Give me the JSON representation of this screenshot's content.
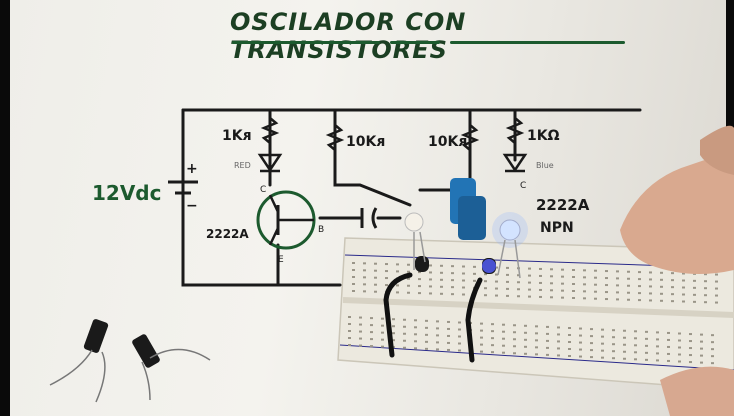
{
  "title": "OSCILADOR CON TRANSISTORES",
  "schematic": {
    "supply_label": "12Vdc",
    "plus_sign": "+",
    "minus_sign": "−",
    "r1_label": "1Kᴙ",
    "r2_label": "10Kᴙ",
    "r3_label": "10Kᴙ",
    "r4_label": "1KΩ",
    "led1_label": "RED",
    "led2_label": "Blue",
    "q1_label": "2222A",
    "q1_c": "C",
    "q1_b": "B",
    "q1_e": "E",
    "q2_label": "2222A",
    "q2_type": "NPN",
    "q2_c": "C"
  },
  "colors": {
    "ink_green": "#1c5a2e",
    "ink_black": "#1a1a1a",
    "led_red": "#c0392b",
    "breadboard": "#ece9df"
  }
}
